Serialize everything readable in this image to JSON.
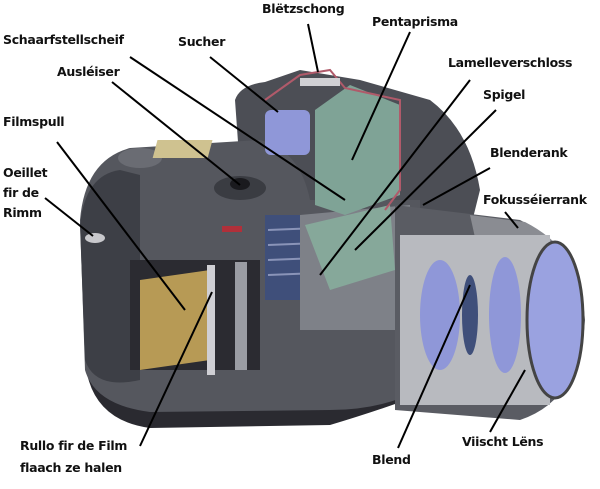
{
  "labels": {
    "flash_shoe": "Blëtzschong",
    "pentaprism": "Pentaprisma",
    "focusing_screen": "Schaarfstellscheif",
    "viewfinder": "Sucher",
    "shutter": "Lamelleverschloss",
    "shutter_release": "Ausléiser",
    "mirror": "Spigel",
    "film_spool": "Filmspull",
    "aperture_ring": "Blenderank",
    "strap_eyelet_1": "Oeillet",
    "strap_eyelet_2": "fir de",
    "strap_eyelet_3": "Rimm",
    "focus_ring": "Fokusséierrank",
    "pressure_roller_1": "Rullo fir de Film",
    "pressure_roller_2": "flaach ze halen",
    "aperture": "Blend",
    "front_lens": "Viischt Lëns"
  },
  "colors": {
    "body": "#55575e",
    "body_dark": "#2e2f35",
    "prism": "#7fa396",
    "cut_edge": "#b05a6a",
    "lens_glass": "#8f97d8",
    "film": "#b79a55"
  }
}
